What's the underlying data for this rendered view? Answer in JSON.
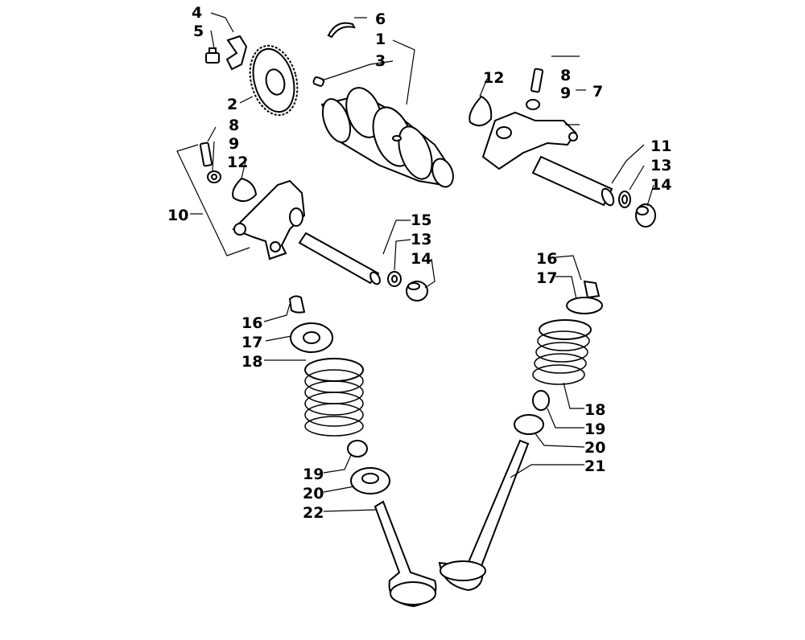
{
  "diagram": {
    "labels": [
      "1",
      "2",
      "3",
      "4",
      "5",
      "6",
      "7",
      "8",
      "9",
      "10",
      "11",
      "12",
      "13",
      "14",
      "15",
      "16",
      "17",
      "18",
      "19",
      "20",
      "21",
      "22"
    ],
    "callouts": {
      "c1": "1",
      "c2": "2",
      "c3": "3",
      "c4": "4",
      "c5": "5",
      "c6": "6",
      "c7": "7",
      "c8a": "8",
      "c9a": "9",
      "c8b": "8",
      "c9b": "9",
      "c10": "10",
      "c11": "11",
      "c12a": "12",
      "c12b": "12",
      "c13a": "13",
      "c13b": "13",
      "c14a": "14",
      "c14b": "14",
      "c15": "15",
      "c16a": "16",
      "c17a": "17",
      "c16b": "16",
      "c17b": "17",
      "c18a": "18",
      "c18b": "18",
      "c19a": "19",
      "c19b": "19",
      "c20a": "20",
      "c20b": "20",
      "c21": "21",
      "c22": "22"
    }
  }
}
